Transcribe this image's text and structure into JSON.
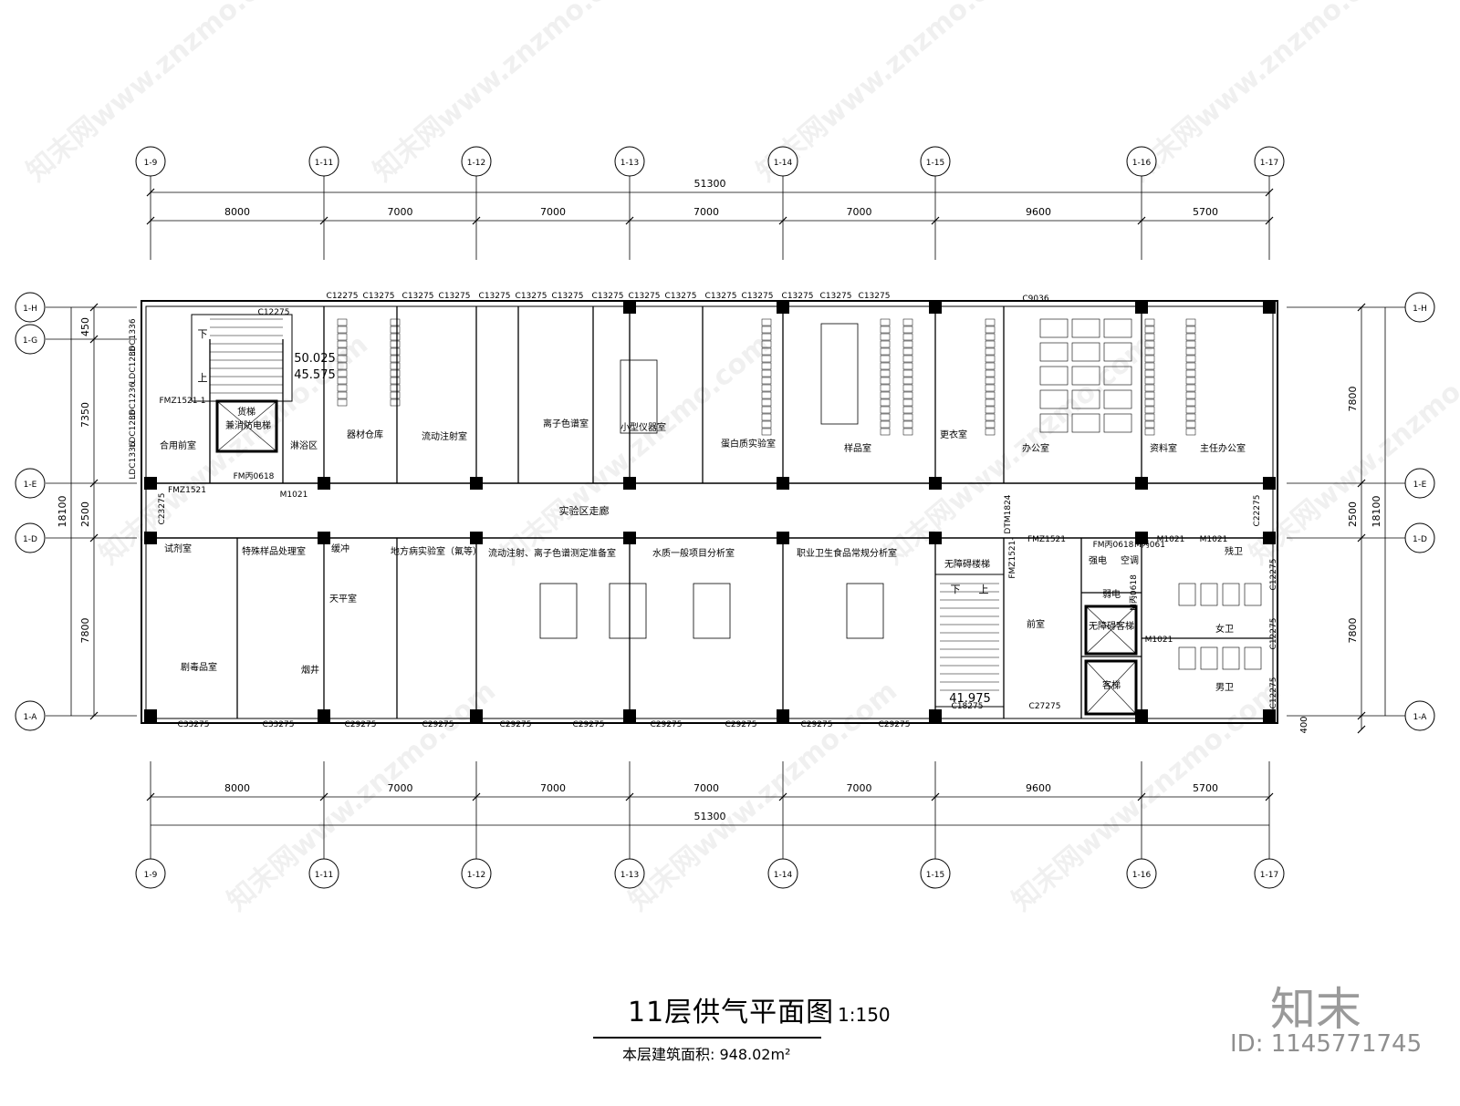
{
  "grid_top": [
    "1-9",
    "1-11",
    "1-12",
    "1-13",
    "1-14",
    "1-15",
    "1-16",
    "1-17"
  ],
  "grid_side": [
    "1-H",
    "1-G",
    "1-E",
    "1-D",
    "1-A"
  ],
  "grid_side_right": [
    "1-H",
    "1-E",
    "1-D",
    "1-A"
  ],
  "dims_top": [
    "8000",
    "7000",
    "7000",
    "7000",
    "7000",
    "9600",
    "5700"
  ],
  "dims_total": "51300",
  "dims_left": [
    "450",
    "7350",
    "2500",
    "7800"
  ],
  "dims_left_total": "18100",
  "dims_right": [
    "7800",
    "2500",
    "7800"
  ],
  "dims_right_extra": "400",
  "dims_right_total": "18100",
  "windows_top": [
    "C12275",
    "C13275",
    "C13275",
    "C13275",
    "C13275",
    "C13275",
    "C13275",
    "C13275",
    "C13275",
    "C13275",
    "C13275",
    "C13275",
    "C13275",
    "C13275",
    "C13275",
    "C9036"
  ],
  "windows_bottom": [
    "C33275",
    "C33275",
    "C29275",
    "C29275",
    "C29275",
    "C29275",
    "C29275",
    "C29275",
    "C29275",
    "C29275",
    "C18275",
    "C27275"
  ],
  "elevations": [
    "50.025",
    "45.575",
    "41.975"
  ],
  "rooms_top": [
    "合用前室",
    "淋浴区",
    "器材仓库",
    "流动注射室",
    "离子色谱室",
    "小型仪器室",
    "蛋白质实验室",
    "样品室",
    "更衣室",
    "办公室",
    "资料室",
    "主任办公室"
  ],
  "rooms_bottom": [
    "试剂室",
    "特殊样品处理室",
    "缓冲",
    "天平室",
    "地方病实验室（氟等）",
    "流动注射、离子色谱测定准备室",
    "水质一般项目分析室",
    "职业卫生食品常规分析室",
    "无障碍楼梯",
    "前室",
    "强电",
    "空调",
    "弱电",
    "残卫",
    "女卫",
    "男卫",
    "剧毒品室",
    "烟井"
  ],
  "elevators": [
    "货梯",
    "兼消防电梯",
    "无障碍客梯",
    "客梯"
  ],
  "corridor": "实验区走廊",
  "doors": [
    "FMZ1521-1",
    "FMZ1521",
    "M1021",
    "FM丙0618",
    "C23275",
    "DTM1824",
    "FMZ1521",
    "M1021",
    "M1021",
    "M1021",
    "FMZ1521-",
    "FM丙0618",
    "M丙0618",
    "M丙061"
  ],
  "side_windows": [
    "LDC1336",
    "LDC1236",
    "LDC1236",
    "LDC1236",
    "LDC1336",
    "C22275",
    "C12275",
    "C12275",
    "C12275"
  ],
  "stair_labels": {
    "down": "下",
    "up": "上"
  },
  "title": "11层供气平面图",
  "scale": "1:150",
  "area": "本层建筑面积: 948.02m²",
  "brand": "知末",
  "brand_id": "ID: 1145771745",
  "watermark": "知末网www.znzmo.com"
}
